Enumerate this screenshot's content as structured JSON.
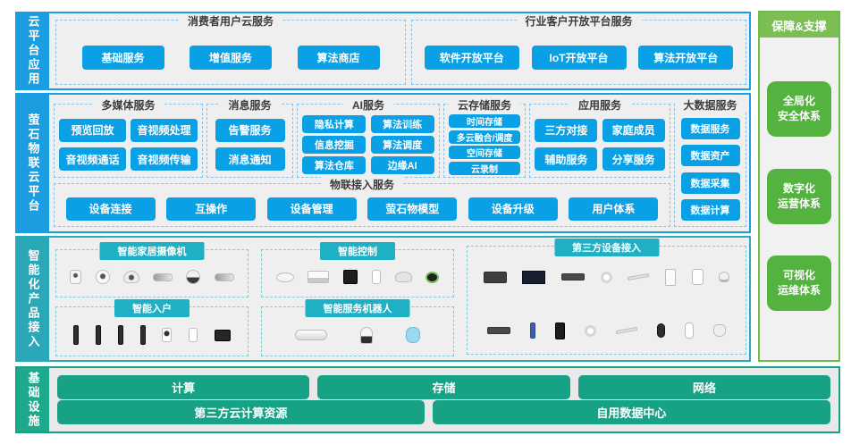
{
  "palette": {
    "section_blue": "#1B9DE2",
    "button_blue": "#09A0E6",
    "teal": "#2BA8B8",
    "tab_teal": "#1FB0C4",
    "infra_green": "#17A286",
    "support_header_green": "#7CBE53",
    "support_item_green": "#54B23E"
  },
  "cloud_app": {
    "label": "云平台应用",
    "consumer": {
      "title": "消费者用户云服务",
      "buttons": [
        "基础服务",
        "增值服务",
        "算法商店"
      ]
    },
    "industry": {
      "title": "行业客户开放平台服务",
      "buttons": [
        "软件开放平台",
        "IoT开放平台",
        "算法开放平台"
      ]
    }
  },
  "iot_cloud": {
    "label": "萤石物联云平台",
    "multimedia": {
      "title": "多媒体服务",
      "buttons": [
        "预览回放",
        "音视频处理",
        "音视频通话",
        "音视频传输"
      ]
    },
    "message": {
      "title": "消息服务",
      "buttons": [
        "告警服务",
        "消息通知"
      ]
    },
    "ai": {
      "title": "AI服务",
      "buttons": [
        "隐私计算",
        "算法训练",
        "信息挖掘",
        "算法调度",
        "算法仓库",
        "边缘AI"
      ]
    },
    "cloud_storage": {
      "title": "云存储服务",
      "buttons": [
        "时间存储",
        "多云融合/调度",
        "空间存储",
        "云录制"
      ]
    },
    "application": {
      "title": "应用服务",
      "buttons": [
        "三方对接",
        "家庭成员",
        "辅助服务",
        "分享服务"
      ]
    },
    "big_data": {
      "title": "大数据服务",
      "buttons": [
        "数据服务",
        "数据资产",
        "数据采集",
        "数据计算"
      ]
    },
    "iot_access": {
      "title": "物联接入服务",
      "buttons": [
        "设备连接",
        "互操作",
        "设备管理",
        "萤石物模型",
        "设备升级",
        "用户体系"
      ]
    }
  },
  "products": {
    "label": "智能化产品接入",
    "categories": [
      {
        "title": "智能家居摄像机",
        "devices": [
          "cube-camera",
          "pan-tilt-camera",
          "dome-camera",
          "bullet-camera",
          "battery-ball-camera",
          "outdoor-camera"
        ]
      },
      {
        "title": "智能控制",
        "devices": [
          "smart-gateway",
          "base-station",
          "control-panel",
          "motion-sensor",
          "curve-controller",
          "smart-speaker"
        ]
      },
      {
        "title": "第三方设备接入",
        "devices": [
          "nvr",
          "display-screen",
          "router",
          "ring-sensor",
          "light-bar",
          "wall-switch-box",
          "water-purifier",
          "light-bulb",
          "server-unit",
          "barrier-gate",
          "face-terminal",
          "smoke-sensor",
          "strip-device",
          "smart-band",
          "air-purifier",
          "smart-speaker-small"
        ]
      },
      {
        "title": "智能入户",
        "devices": [
          "door-lock",
          "door-lock",
          "door-lock",
          "door-lock",
          "video-doorbell",
          "door-sensor",
          "peephole-screen"
        ]
      },
      {
        "title": "智能服务机器人",
        "devices": [
          "robot-vacuum",
          "service-robot",
          "robot-toy-bear"
        ]
      }
    ]
  },
  "infrastructure": {
    "label": "基础设施",
    "row1": [
      "计算",
      "存储",
      "网络"
    ],
    "row2": [
      "第三方云计算资源",
      "自用数据中心"
    ]
  },
  "support": {
    "header": "保障&支撑",
    "items": [
      {
        "line1": "全局化",
        "line2": "安全体系"
      },
      {
        "line1": "数字化",
        "line2": "运营体系"
      },
      {
        "line1": "可视化",
        "line2": "运维体系"
      }
    ]
  }
}
